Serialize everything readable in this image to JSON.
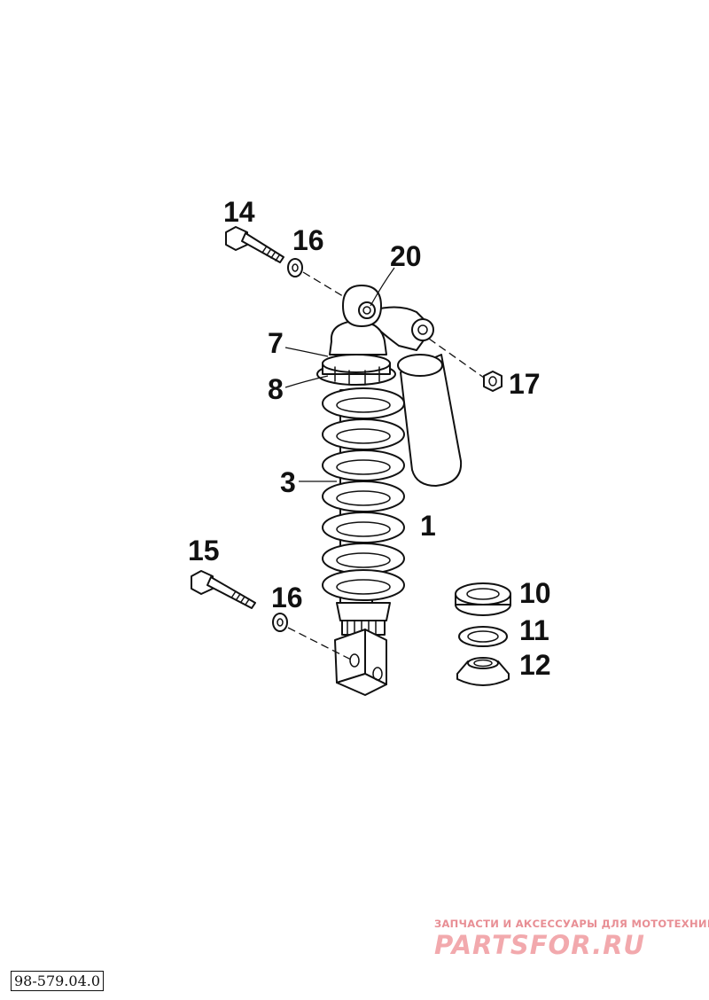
{
  "callouts": {
    "p14": "14",
    "p16_top": "16",
    "p20": "20",
    "p7": "7",
    "p8": "8",
    "p17": "17",
    "p3": "3",
    "p1": "1",
    "p15": "15",
    "p16_bottom": "16",
    "p10": "10",
    "p11": "11",
    "p12": "12"
  },
  "watermark": {
    "subtitle": "ЗАПЧАСТИ И АКСЕССУАРЫ ДЛЯ МОТОТЕХНИКИ",
    "brand": "PARTSFOR.RU"
  },
  "reference_code": "98-579.04.0",
  "colors": {
    "line": "#111111",
    "watermark": "#f2a9ad"
  }
}
